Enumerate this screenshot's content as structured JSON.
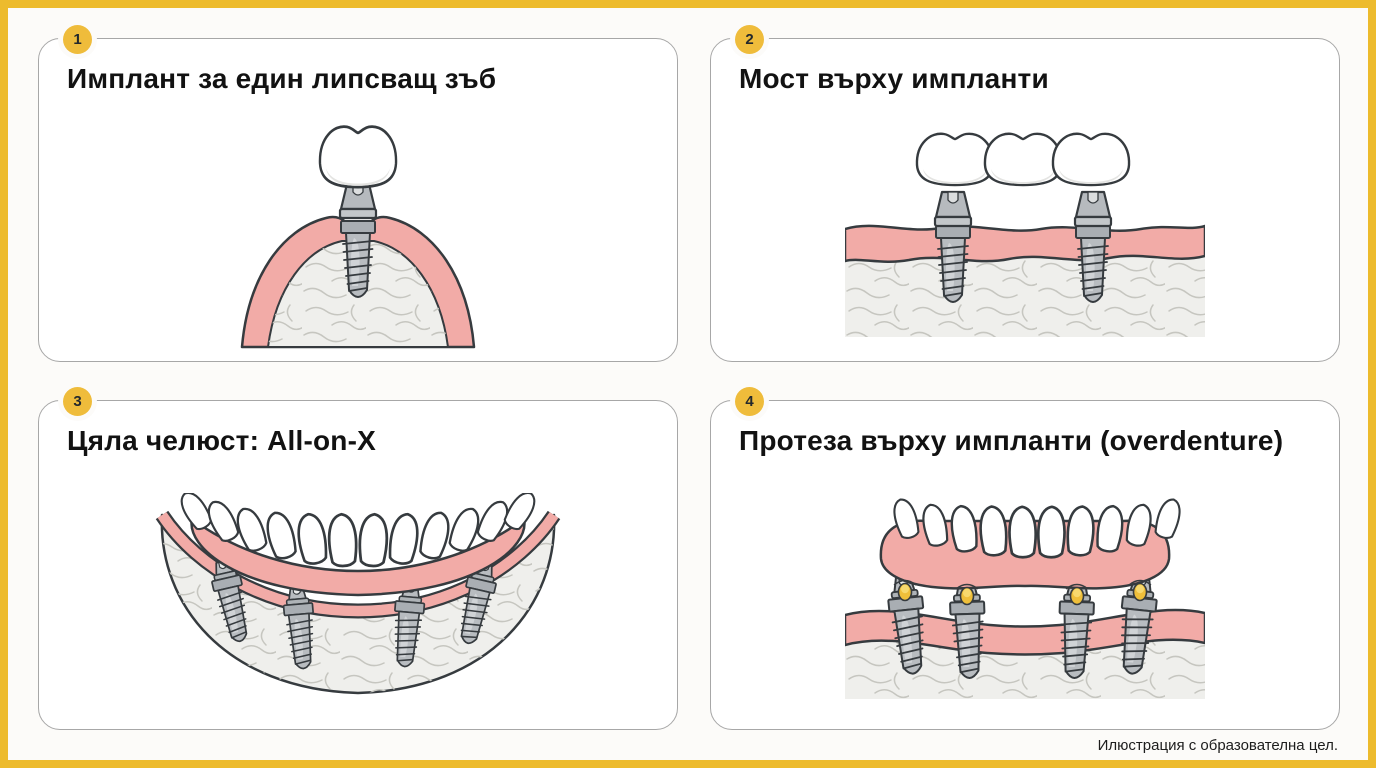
{
  "panels": [
    {
      "number": "1",
      "title": "Имплант за един липсващ зъб",
      "illustration": "single-tooth-implant"
    },
    {
      "number": "2",
      "title": "Мост върху импланти",
      "illustration": "implant-supported-bridge"
    },
    {
      "number": "3",
      "title": "Цяла челюст: All-on-X",
      "illustration": "full-arch-all-on-x"
    },
    {
      "number": "4",
      "title": "Протеза върху импланти (overdenture)",
      "illustration": "implant-overdenture"
    }
  ],
  "footer": {
    "caption": "Илюстрация с образователна цел."
  },
  "colors": {
    "frame_yellow": "#EDBB2D",
    "badge_yellow": "#EFBC3B",
    "background": "#FCFBF9",
    "card_border": "#A7A7A7",
    "title_text": "#121212",
    "outline_dark": "#363B3F",
    "gum_pink": "#F2ABA7",
    "bone_light": "#EFEFEC",
    "bone_texture": "#C6C6C0",
    "implant_gray": "#B8BCC0",
    "implant_dark": "#A9AEB3",
    "tooth_white": "#FFFFFF",
    "attachment_gold": "#EFBF3A"
  }
}
